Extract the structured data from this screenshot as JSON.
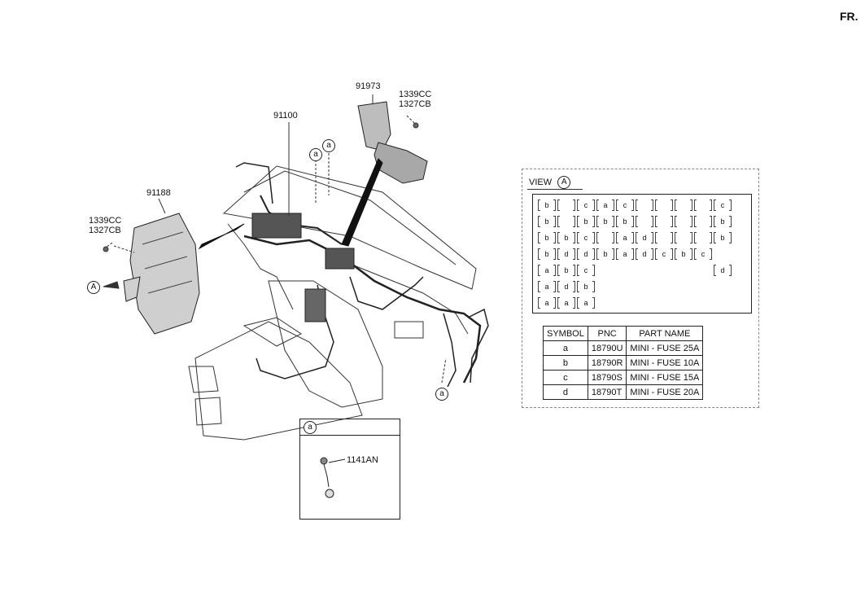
{
  "direction": {
    "label": "FR."
  },
  "callouts": {
    "part_91973": "91973",
    "part_91100": "91100",
    "part_91188": "91188",
    "bolt_top_1": "1339CC",
    "bolt_top_2": "1327CB",
    "bolt_left_1": "1339CC",
    "bolt_left_2": "1327CB",
    "ref_a_1": "a",
    "ref_a_2": "a",
    "ref_a_3": "a",
    "view_ref": "A"
  },
  "view_panel": {
    "title": "VIEW",
    "ref": "A",
    "fuse_rows": [
      [
        "b",
        "",
        "c",
        "a",
        "c",
        "",
        "",
        "",
        "",
        "c"
      ],
      [
        "b",
        "",
        "b",
        "b",
        "b",
        "",
        "",
        "",
        "",
        "b"
      ],
      [
        "b",
        "b",
        "c",
        "",
        "a",
        "d",
        "",
        "",
        "",
        "b"
      ],
      [
        "b",
        "d",
        "d",
        "b",
        "a",
        "d",
        "c",
        "b",
        "c"
      ],
      [
        "a",
        "b",
        "c",
        "d"
      ],
      [
        "a",
        "d",
        "b"
      ],
      [
        "a",
        "a",
        "a"
      ]
    ],
    "table": {
      "headers": [
        "SYMBOL",
        "PNC",
        "PART NAME"
      ],
      "rows": [
        [
          "a",
          "18790U",
          "MINI - FUSE 25A"
        ],
        [
          "b",
          "18790R",
          "MINI - FUSE 10A"
        ],
        [
          "c",
          "18790S",
          "MINI - FUSE 15A"
        ],
        [
          "d",
          "18790T",
          "MINI - FUSE 20A"
        ]
      ]
    }
  },
  "detail": {
    "ref": "a",
    "part": "1141AN"
  }
}
